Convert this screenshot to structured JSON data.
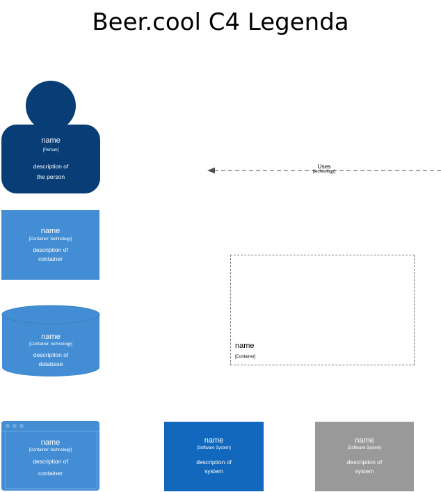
{
  "title": "Beer.cool C4 Legenda",
  "person": {
    "name": "name",
    "type": "[Person]",
    "desc1": "description of",
    "desc2": "the person"
  },
  "container": {
    "name": "name",
    "type": "[Container: technology]",
    "desc1": "description of",
    "desc2": "container"
  },
  "database": {
    "name": "name",
    "type": "[Container: technology]",
    "desc1": "description of",
    "desc2": "database"
  },
  "web_app": {
    "name": "name",
    "type": "[Container: technology]",
    "desc1": "description of",
    "desc2": "container"
  },
  "software_system": {
    "name": "name",
    "type": "[Software System]",
    "desc1": "description of",
    "desc2": "system"
  },
  "external_system": {
    "name": "name",
    "type": "[Software System]",
    "desc1": "description of",
    "desc2": "system"
  },
  "boundary": {
    "name": "name",
    "type": "[Container]"
  },
  "relationship": {
    "label": "Uses",
    "technology": "[technology]"
  },
  "colors": {
    "person": "#083e75",
    "container": "#438dd5",
    "software_system": "#1168bd",
    "external_system": "#999999"
  }
}
